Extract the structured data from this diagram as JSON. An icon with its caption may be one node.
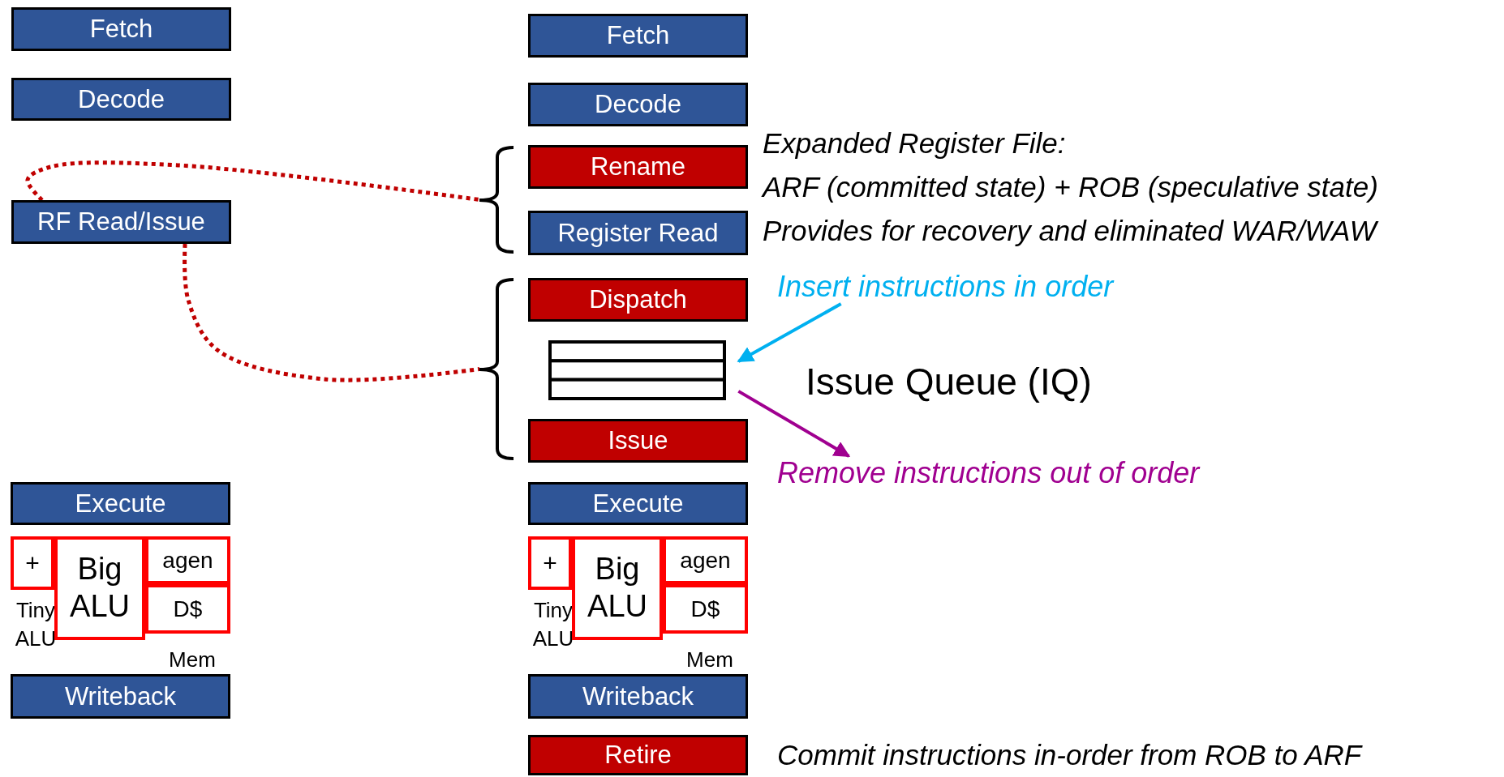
{
  "diagram": {
    "nodes": [
      {
        "text": [
          "Fetch"
        ]
      },
      {
        "text": [
          "Decode"
        ]
      },
      {
        "text": [
          "RF Read/Issue"
        ]
      },
      {
        "text": [
          "Execute"
        ]
      },
      {
        "text": [
          "+"
        ],
        "beside": [
          "Tiny ALU"
        ]
      },
      {
        "text": [
          "Big ALU"
        ]
      },
      {
        "text": [
          "agen"
        ]
      },
      {
        "text": [
          "D$"
        ],
        "beside": [
          "Mem"
        ]
      },
      {
        "text": [
          "Writeback"
        ]
      },
      {
        "text": [
          "Fetch"
        ]
      },
      {
        "text": [
          "Decode"
        ]
      },
      {
        "text": [],
        "shape": "brace"
      },
      {
        "text": [
          "Rename"
        ]
      },
      {
        "text": [
          "Register Read"
        ]
      },
      {
        "text": [],
        "shape": "brace"
      },
      {
        "text": [
          "Dispatch"
        ]
      },
      {
        "text": [],
        "shape": "box",
        "beside": [
          "Issue Queue (IQ)"
        ]
      },
      {
        "text": [
          "Issue"
        ]
      },
      {
        "text": [
          "Execute"
        ]
      },
      {
        "text": [
          "+"
        ],
        "beside": [
          "Tiny ALU"
        ]
      },
      {
        "text": [
          "Big ALU"
        ]
      },
      {
        "text": [
          "agen"
        ]
      },
      {
        "text": [
          "D$"
        ],
        "beside": [
          "Mem"
        ]
      },
      {
        "text": [
          "Writeback"
        ]
      },
      {
        "text": [
          "Retire"
        ]
      },
      {
        "text": [
          "Insert instructions in order"
        ]
      },
      {
        "text": [
          "Remove instructions out of order"
        ]
      }
    ],
    "edges": [
      {
        "from": 2,
        "to": 11,
        "arrow": "none",
        "style": "dashed",
        "color": "#c00000"
      },
      {
        "from": 2,
        "to": 14,
        "arrow": "none",
        "style": "dashed",
        "color": "#c00000"
      },
      {
        "from": 25,
        "to": 16,
        "arrow": "to",
        "color": "#00b0f0"
      },
      {
        "from": 16,
        "to": 26,
        "arrow": "to",
        "color": "#a00090"
      }
    ],
    "labels": [
      "Expanded Register File:",
      "ARF (committed state) + ROB (speculative state)",
      "Provides for recovery and eliminated WAR/WAW",
      "Commit instructions in-order from ROB to ARF"
    ]
  }
}
